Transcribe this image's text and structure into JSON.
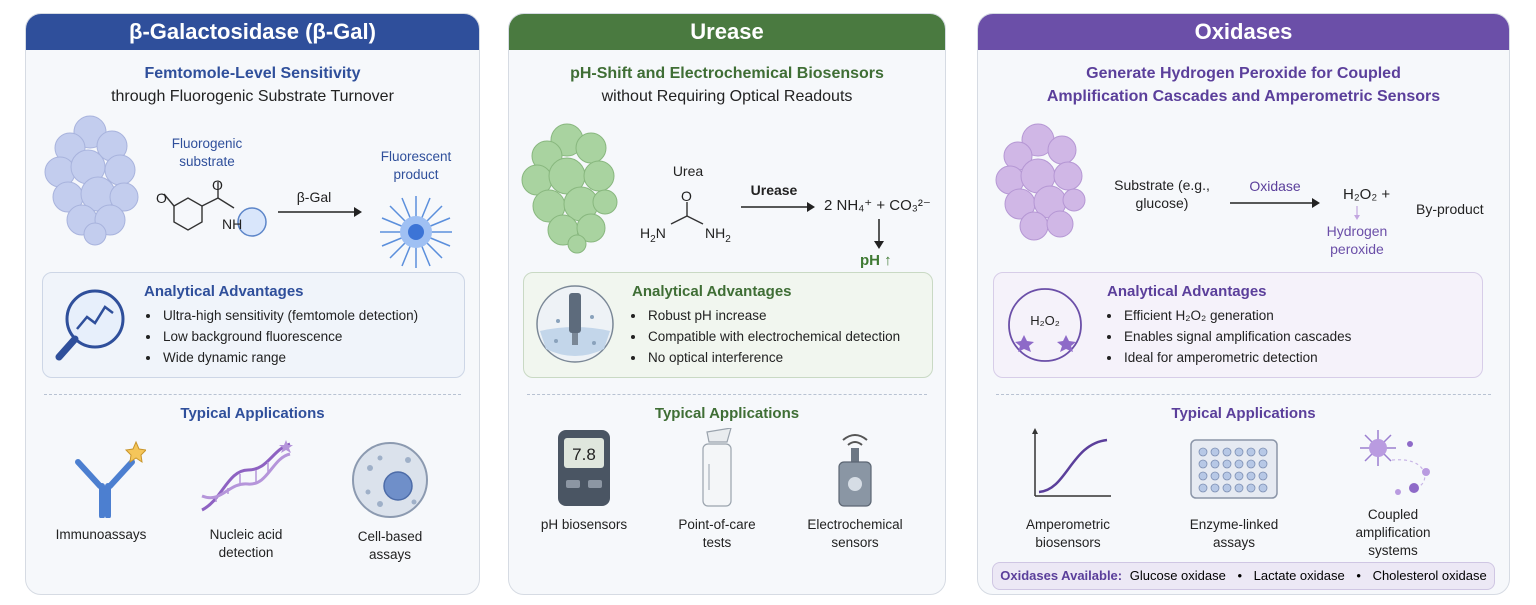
{
  "panels": [
    {
      "title": "β-Galactosidase (β-Gal)",
      "subtitle_line1": "Femtomole-Level Sensitivity",
      "subtitle_line2": "through Fluorogenic Substrate Turnover",
      "substrate_label": "Fluorogenic substrate",
      "arrow_label": "β-Gal",
      "product_label": "Fluorescent product",
      "advantages_title": "Analytical Advantages",
      "advantages": [
        "Ultra-high sensitivity (femtomole detection)",
        "Low background fluorescence",
        "Wide dynamic range"
      ],
      "applications_title": "Typical Applications",
      "applications": [
        "Immunoassays",
        "Nucleic acid detection",
        "Cell-based assays"
      ],
      "color": "#2f4f9b"
    },
    {
      "title": "Urease",
      "subtitle_line1": "pH-Shift and Electrochemical Biosensors",
      "subtitle_line2": "without Requiring Optical Readouts",
      "substrate_label": "Urea",
      "arrow_label": "Urease",
      "product_text": "2 NH₄⁺ + CO₃²⁻",
      "ph_label": "pH ↑",
      "advantages_title": "Analytical Advantages",
      "advantages": [
        "Robust pH increase",
        "Compatible with electrochemical detection",
        "No optical interference"
      ],
      "applications_title": "Typical Applications",
      "applications": [
        "pH biosensors",
        "Point-of-care tests",
        "Electrochemical sensors"
      ],
      "meter_reading": "7.8",
      "color": "#4a7a40"
    },
    {
      "title": "Oxidases",
      "subtitle_line1": "Generate Hydrogen Peroxide for Coupled",
      "subtitle_line2": "Amplification Cascades and Amperometric Sensors",
      "substrate_label": "Substrate (e.g., glucose)",
      "arrow_label": "Oxidase",
      "product_text": "H₂O₂ +",
      "byproduct_label": "By-product",
      "peroxide_label": "Hydrogen peroxide",
      "icon_label": "H₂O₂",
      "advantages_title": "Analytical Advantages",
      "advantages": [
        "Efficient H₂O₂ generation",
        "Enables signal amplification cascades",
        "Ideal for amperometric detection"
      ],
      "applications_title": "Typical Applications",
      "applications": [
        "Amperometric biosensors",
        "Enzyme-linked assays",
        "Coupled amplification systems"
      ],
      "footer_label": "Oxidases Available:",
      "footer_items": [
        "Glucose oxidase",
        "Lactate oxidase",
        "Cholesterol oxidase"
      ],
      "color": "#6b4fa8"
    }
  ]
}
